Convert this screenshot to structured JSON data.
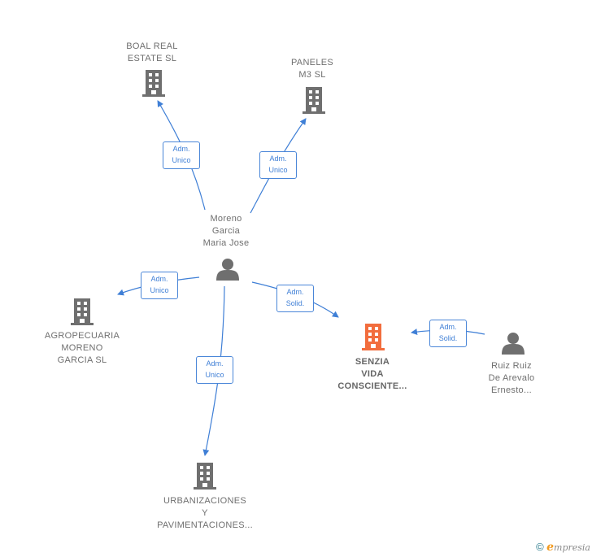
{
  "colors": {
    "edge": "#3f7fd6",
    "building": "#6f6f6f",
    "focus_building": "#f26d3d",
    "person": "#6f6f6f",
    "text": "#6f6f6f"
  },
  "nodes": {
    "boal": {
      "lines": [
        "BOAL REAL",
        "ESTATE  SL"
      ],
      "icon": "building-icon"
    },
    "paneles": {
      "lines": [
        "PANELES",
        "M3 SL"
      ],
      "icon": "building-icon"
    },
    "moreno": {
      "lines": [
        "Moreno",
        "Garcia",
        "Maria Jose"
      ],
      "icon": "person-icon"
    },
    "agropecuaria": {
      "lines": [
        "AGROPECUARIA",
        "MORENO",
        "GARCIA SL"
      ],
      "icon": "building-icon"
    },
    "senzia": {
      "lines": [
        "SENZIA",
        "VIDA",
        "CONSCIENTE..."
      ],
      "icon": "building-icon"
    },
    "ruiz": {
      "lines": [
        "Ruiz Ruiz",
        "De Arevalo",
        "Ernesto..."
      ],
      "icon": "person-icon"
    },
    "urbanizaciones": {
      "lines": [
        "URBANIZACIONES",
        "Y",
        "PAVIMENTACIONES..."
      ],
      "icon": "building-icon"
    }
  },
  "edges": {
    "boal": [
      "Adm.",
      "Unico"
    ],
    "paneles": [
      "Adm.",
      "Unico"
    ],
    "agropecuaria": [
      "Adm.",
      "Unico"
    ],
    "urbanizaciones": [
      "Adm.",
      "Unico"
    ],
    "senzia_moreno": [
      "Adm.",
      "Solid."
    ],
    "senzia_ruiz": [
      "Adm.",
      "Solid."
    ]
  },
  "footer": {
    "copyright": "©",
    "brand_initial": "e",
    "brand_rest": "mpresia"
  }
}
